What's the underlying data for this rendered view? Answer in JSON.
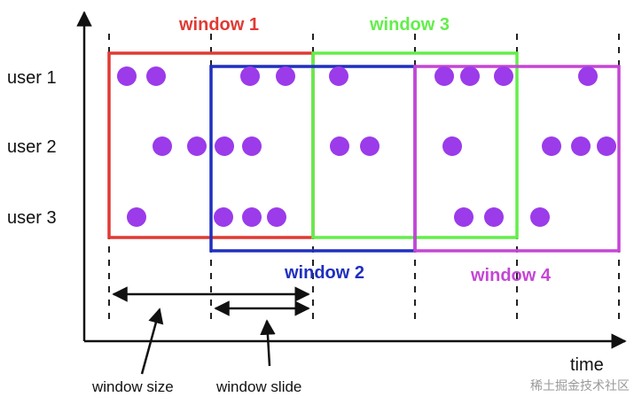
{
  "axis": {
    "x_label": "time"
  },
  "users": [
    "user 1",
    "user 2",
    "user 3"
  ],
  "windows": [
    {
      "id": "w1",
      "label": "window 1",
      "color": "#e03a33"
    },
    {
      "id": "w2",
      "label": "window 2",
      "color": "#1f2fbf"
    },
    {
      "id": "w3",
      "label": "window 3",
      "color": "#63ee4a"
    },
    {
      "id": "w4",
      "label": "window 4",
      "color": "#c545d6"
    }
  ],
  "annotations": {
    "window_size": "window size",
    "window_slide": "window slide"
  },
  "watermark": "稀土掘金技术社区",
  "colors": {
    "dot": "#9b3bea",
    "axis": "#111111"
  }
}
